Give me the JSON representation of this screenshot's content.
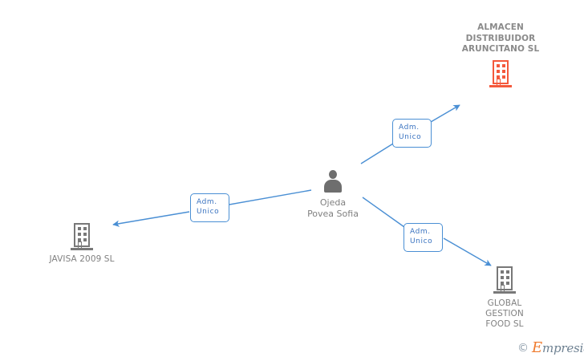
{
  "diagram": {
    "type": "relation-graph",
    "background": "#ffffff",
    "accent_blue": "#4a8fd4",
    "company_gray": "#787878",
    "company_highlight": "#f4593c",
    "label_gray": "#808080",
    "person": {
      "name": "Ojeda\nPovea Sofia",
      "icon": "person-icon"
    },
    "nodes": [
      {
        "id": "almacen",
        "label": "ALMACEN\nDISTRIBUIDOR\nARUNCITANO SL",
        "icon": "building-icon",
        "color": "#f4593c",
        "highlight": true
      },
      {
        "id": "javisa",
        "label": "JAVISA 2009 SL",
        "icon": "building-icon",
        "color": "#787878",
        "highlight": false
      },
      {
        "id": "global",
        "label": "GLOBAL\nGESTION\nFOOD SL",
        "icon": "building-icon",
        "color": "#787878",
        "highlight": false
      }
    ],
    "edges": [
      {
        "id": "edge-almacen",
        "from": "person",
        "to": "almacen",
        "label": "Adm.\nUnico",
        "direction": "up-right"
      },
      {
        "id": "edge-javisa",
        "from": "person",
        "to": "javisa",
        "label": "Adm.\nUnico",
        "direction": "left"
      },
      {
        "id": "edge-global",
        "from": "person",
        "to": "global",
        "label": "Adm.\nUnico",
        "direction": "down-right"
      }
    ]
  },
  "watermark": {
    "copyright": "©",
    "brand_initial": "E",
    "brand_rest": "mpresia"
  }
}
